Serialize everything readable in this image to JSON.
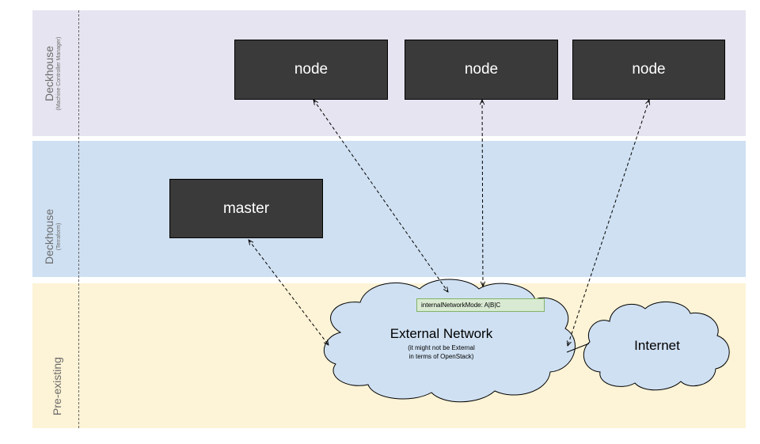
{
  "lanes": {
    "top": {
      "title": "Deckhouse",
      "subtitle": "(Machine Controller Manager)"
    },
    "middle": {
      "title": "Deckhouse",
      "subtitle": "(Terraform)"
    },
    "bottom": {
      "title": "Pre-existing"
    }
  },
  "nodes": [
    {
      "label": "node"
    },
    {
      "label": "node"
    },
    {
      "label": "node"
    }
  ],
  "master": {
    "label": "master"
  },
  "external_network": {
    "title": "External Network",
    "note_line1": "(it might not be External",
    "note_line2": "in terms of OpenStack)",
    "mode_tag": "internalNetworkMode: A|B|C"
  },
  "internet": {
    "label": "Internet"
  },
  "colors": {
    "lane_top": "#e6e4f0",
    "lane_middle": "#cfe0f2",
    "lane_bottom": "#fdf3d6",
    "box_fill": "#3a3a3a",
    "cloud_fill": "#cfe0f2",
    "tag_fill": "#d9ead3"
  }
}
